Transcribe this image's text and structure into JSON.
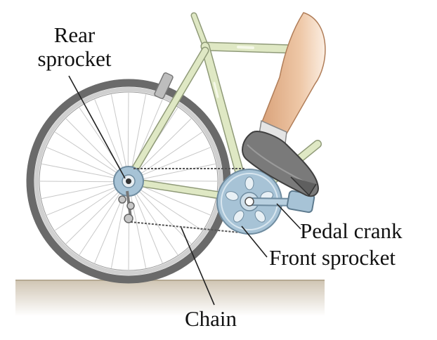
{
  "labels": {
    "rear_line1": "Rear",
    "rear_line2": "sprocket",
    "pedal_crank": "Pedal crank",
    "front_sprocket": "Front sprocket",
    "chain": "Chain"
  },
  "colors": {
    "tire": "#6d6d6d",
    "rim": "#c9c9c9",
    "frame": "#dfe8c4",
    "frame_outline": "#8f9a78",
    "sprocket": "#a7c3d6",
    "shoe": "#7a7a7a",
    "sock": "#e4e4e4",
    "leg": "#e6b893",
    "ground": "#d4cbbb"
  }
}
